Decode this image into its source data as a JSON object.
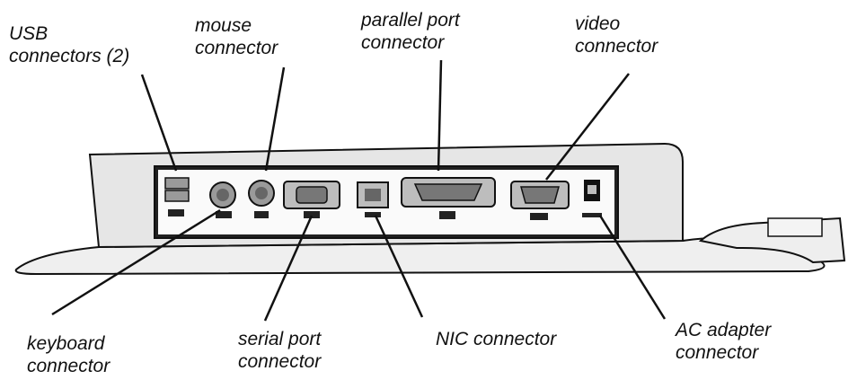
{
  "labels": {
    "usb": [
      "USB",
      "connectors (2)"
    ],
    "mouse": [
      "mouse",
      "connector"
    ],
    "parallel": [
      "parallel port",
      "connector"
    ],
    "video": [
      "video",
      "connector"
    ],
    "keyboard": [
      "keyboard",
      "connector"
    ],
    "serial": [
      "serial port",
      "connector"
    ],
    "nic": [
      "NIC connector"
    ],
    "ac": [
      "AC adapter",
      "connector"
    ]
  },
  "colors": {
    "ink": "#111111",
    "body_fill": "#e9e9e9",
    "panel_fill": "#202020",
    "port_fill": "#9a9a9a"
  }
}
